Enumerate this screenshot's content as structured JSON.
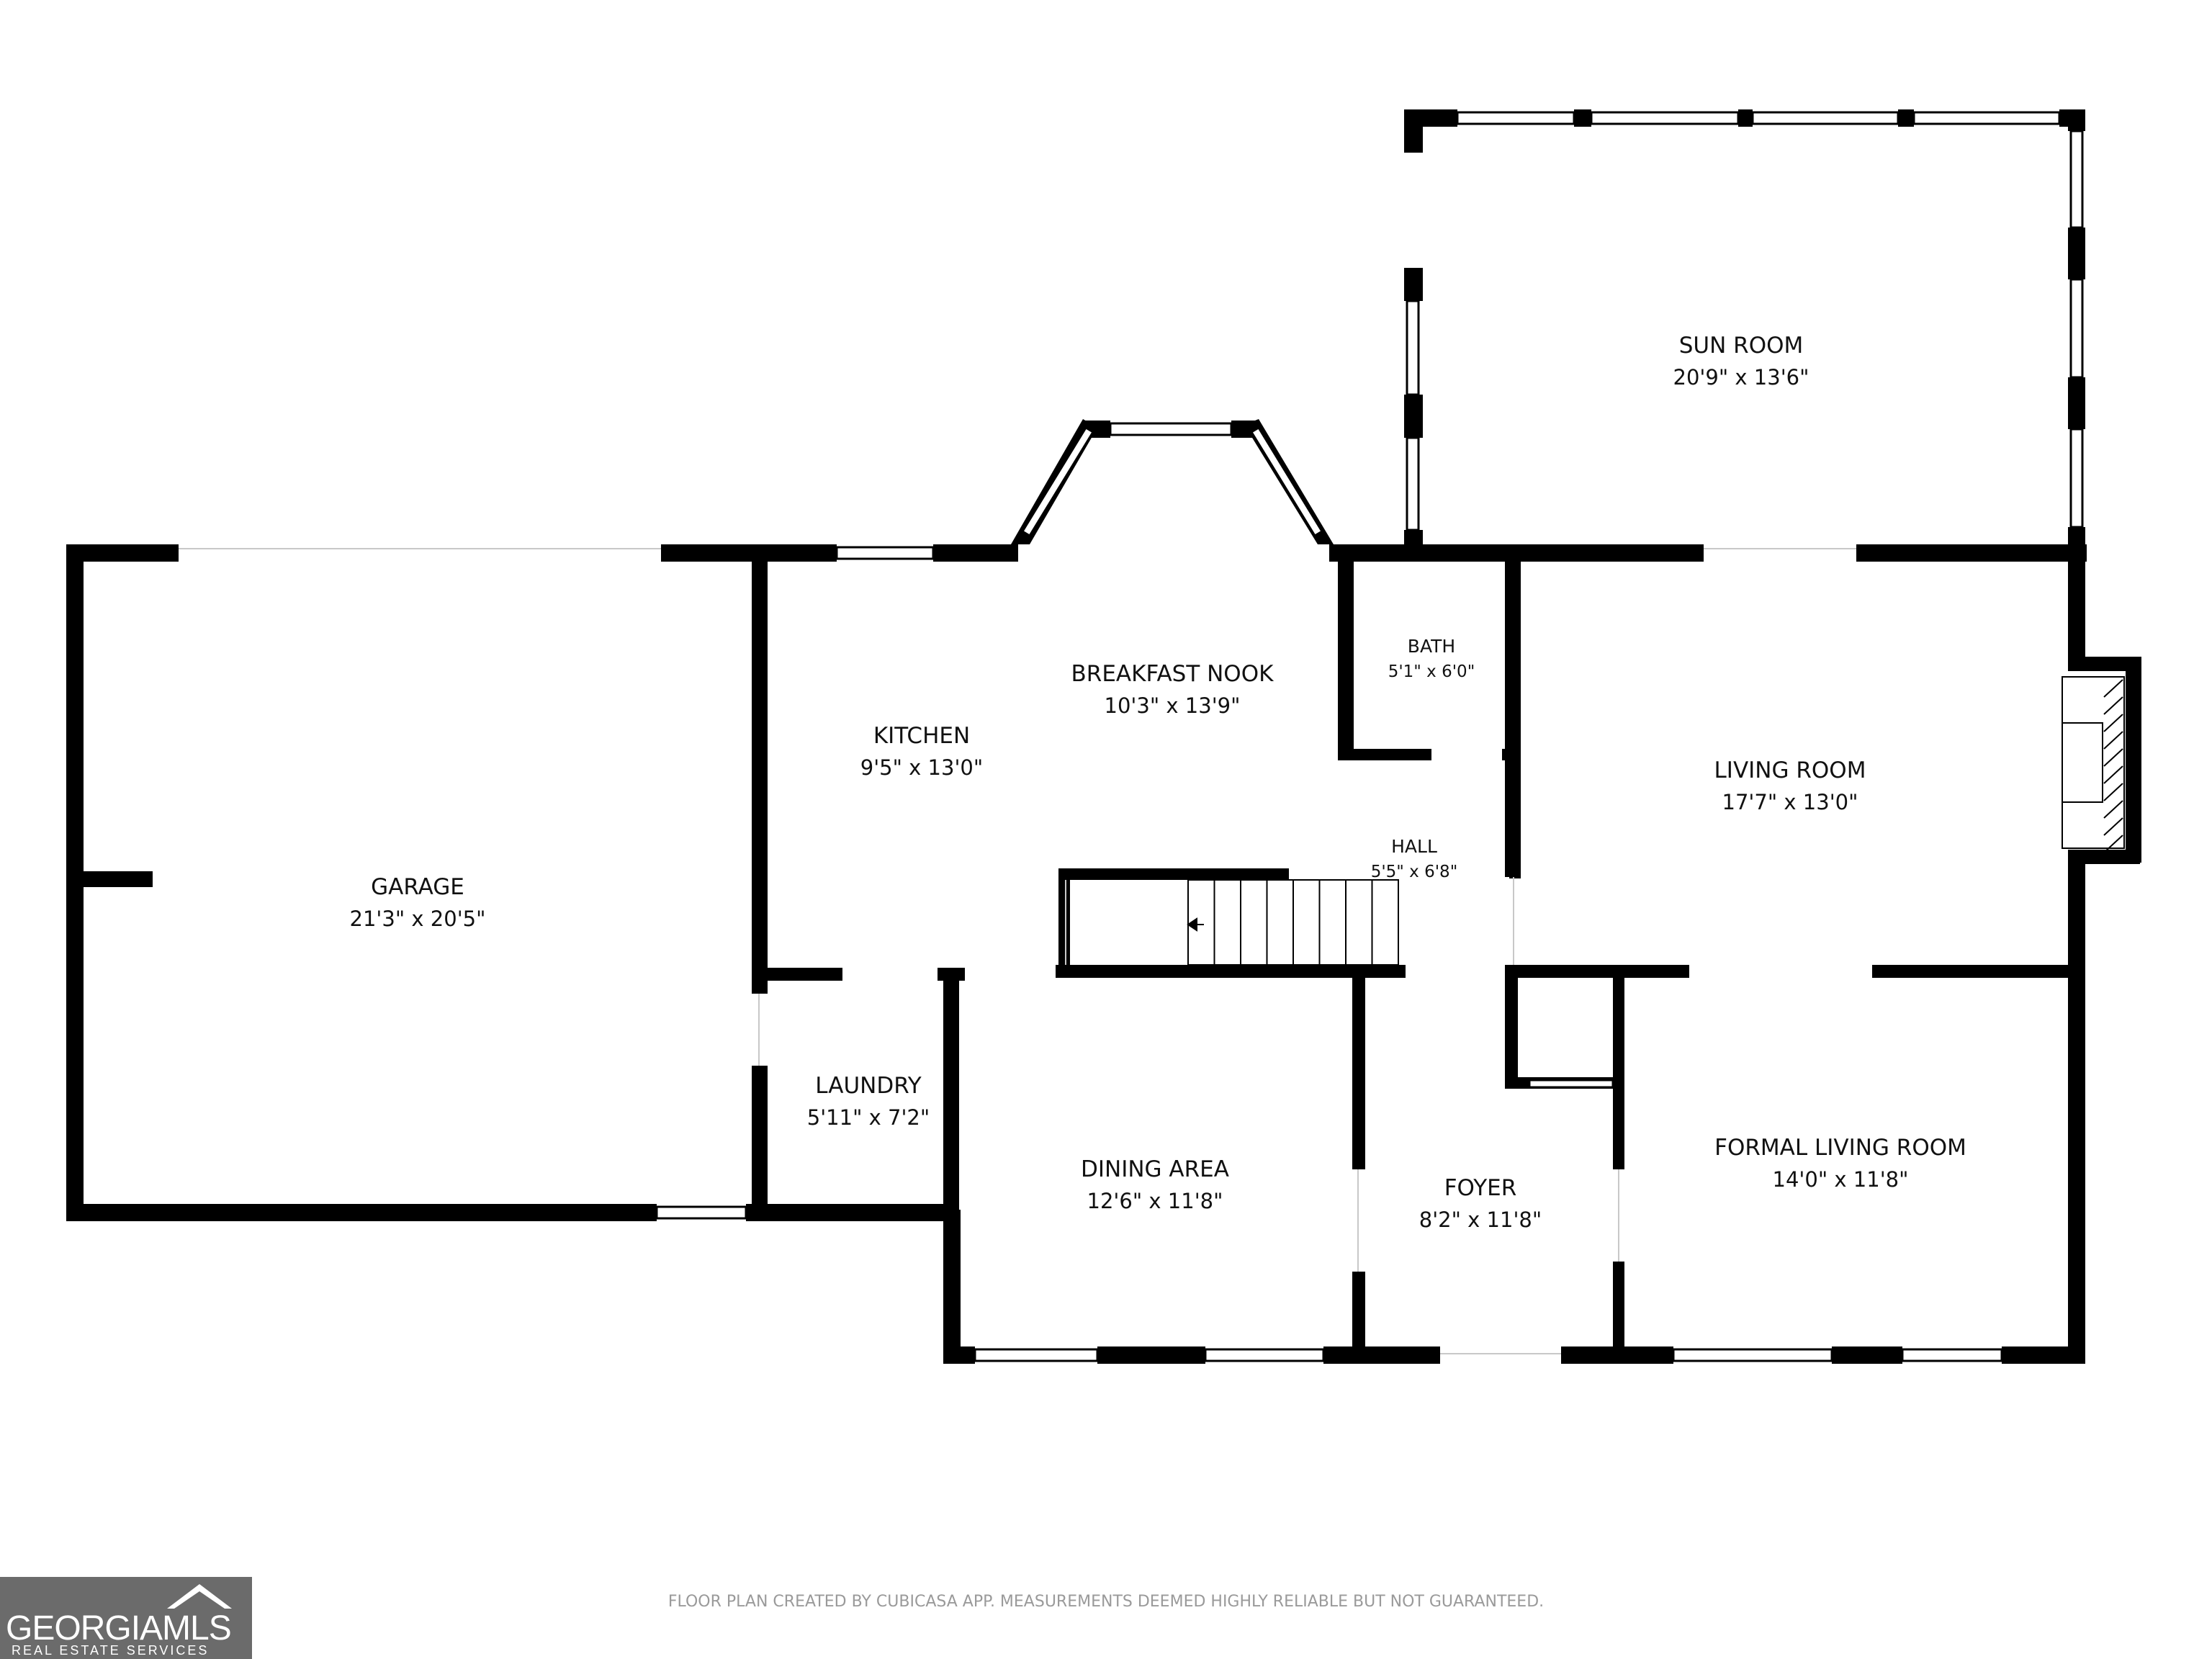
{
  "rooms": {
    "garage": {
      "name": "GARAGE",
      "dims": "21'3\" x 20'5\""
    },
    "kitchen": {
      "name": "KITCHEN",
      "dims": "9'5\" x 13'0\""
    },
    "breakfast_nook": {
      "name": "BREAKFAST NOOK",
      "dims": "10'3\" x 13'9\""
    },
    "bath": {
      "name": "BATH",
      "dims": "5'1\" x 6'0\""
    },
    "sun_room": {
      "name": "SUN ROOM",
      "dims": "20'9\" x 13'6\""
    },
    "living_room": {
      "name": "LIVING ROOM",
      "dims": "17'7\" x 13'0\""
    },
    "hall": {
      "name": "HALL",
      "dims": "5'5\" x 6'8\""
    },
    "laundry": {
      "name": "LAUNDRY",
      "dims": "5'11\" x 7'2\""
    },
    "dining_area": {
      "name": "DINING AREA",
      "dims": "12'6\" x 11'8\""
    },
    "foyer": {
      "name": "FOYER",
      "dims": "8'2\" x 11'8\""
    },
    "formal_living_room": {
      "name": "FORMAL LIVING ROOM",
      "dims": "14'0\" x 11'8\""
    }
  },
  "footer": {
    "disclaimer": "FLOOR PLAN CREATED BY CUBICASA APP. MEASUREMENTS DEEMED HIGHLY RELIABLE BUT NOT GUARANTEED."
  },
  "logo": {
    "brand": "GEORGIAMLS",
    "tagline": "REAL ESTATE SERVICES"
  },
  "colors": {
    "wall": "#000000",
    "window": "#ffffff",
    "background": "#ffffff",
    "logo_bg": "#6b6b6b",
    "footer_text": "#9a9a9a"
  }
}
